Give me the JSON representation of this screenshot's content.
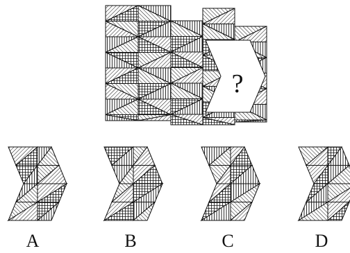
{
  "puzzle": {
    "question_symbol": "?",
    "options": [
      {
        "label": "A"
      },
      {
        "label": "B"
      },
      {
        "label": "C"
      },
      {
        "label": "D"
      }
    ]
  },
  "colors": {
    "ink": "#111111",
    "background": "#ffffff"
  }
}
